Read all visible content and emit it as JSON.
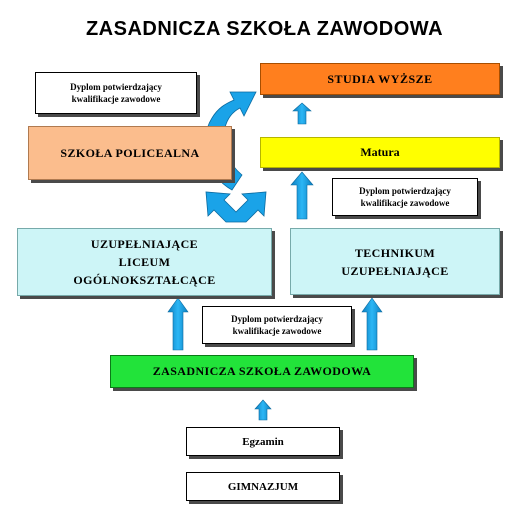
{
  "title": "ZASADNICZA SZKOŁA ZAWODOWA",
  "boxes": {
    "studia": "STUDIA WYŻSZE",
    "policealna": "SZKOŁA POLICEALNA",
    "matura": "Matura",
    "liceum": [
      "UZUPEŁNIAJĄCE",
      "LICEUM",
      "OGÓLNOKSZTAŁCĄCE"
    ],
    "technikum": [
      "TECHNIKUM",
      "UZUPEŁNIAJĄCE"
    ],
    "zsz": "ZASADNICZA SZKOŁA ZAWODOWA",
    "egzamin": "Egzamin",
    "gimnazjum": "GIMNAZJUM"
  },
  "notes": {
    "note1": [
      "Dyplom potwierdzający",
      "kwalifikacje zawodowe"
    ],
    "note2": [
      "Dyplom potwierdzający",
      "kwalifikacje zawodowe"
    ],
    "note3": [
      "Dyplom potwierdzający",
      "kwalifikacje zawodowe"
    ]
  },
  "colors": {
    "arrow": "#1aa3e8",
    "studia": "#ff7f1e",
    "policealna": "#fbbd8d",
    "matura": "#ffff00",
    "uzupelniajace": "#cdf5f7",
    "zsz": "#22e33a"
  }
}
